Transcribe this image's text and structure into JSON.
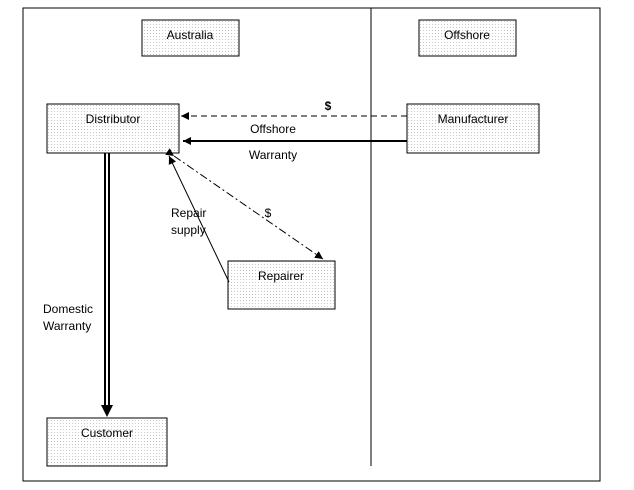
{
  "regions": {
    "australia": "Australia",
    "offshore": "Offshore"
  },
  "nodes": {
    "distributor": "Distributor",
    "manufacturer": "Manufacturer",
    "repairer": "Repairer",
    "customer": "Customer"
  },
  "edges": {
    "manufacturer_to_distributor_payment": "$",
    "offshore_warranty_line1": "Offshore",
    "offshore_warranty_line2": "Warranty",
    "repairer_payment": "$",
    "repair_supply_line1": "Repair",
    "repair_supply_line2": "supply",
    "domestic_warranty_line1": "Domestic",
    "domestic_warranty_line2": "Warranty"
  },
  "colors": {
    "box_fill": "#ffffff",
    "dot": "#c8c8c8",
    "line": "#000000"
  }
}
